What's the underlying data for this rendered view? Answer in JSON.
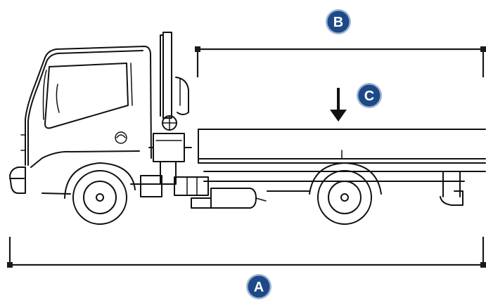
{
  "badges": [
    {
      "id": "A",
      "label": "A"
    },
    {
      "id": "B",
      "label": "B"
    },
    {
      "id": "C",
      "label": "C"
    }
  ],
  "colors": {
    "badge_fill": "#1d4a86",
    "badge_ring": "#9fb4d4",
    "line": "#111111"
  },
  "icons": {
    "load_arrow": "arrow-down-icon"
  }
}
